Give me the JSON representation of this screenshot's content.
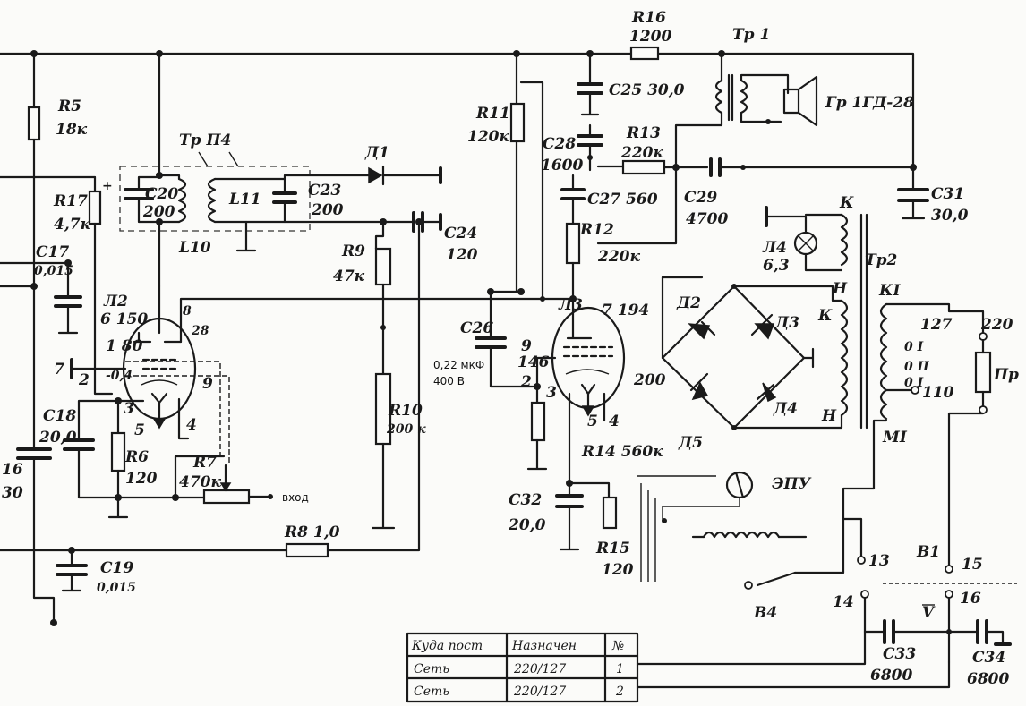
{
  "labels": {
    "r16": "R16",
    "r16_val": "1200",
    "tr1": "Тр 1",
    "r5": "R5",
    "r5_val": "18к",
    "r11": "R11",
    "r11_val": "120к",
    "c25": "C25 30,0",
    "gr": "Гр 1ГД-28",
    "trp4": "Тр П4",
    "d1": "Д1",
    "c28": "C28",
    "c28_val": "1600",
    "r13": "R13",
    "r13_val": "220к",
    "r17": "R17",
    "r17_val": "4,7к",
    "c20": "C20",
    "c20_val": "200",
    "l11": "L11",
    "c23": "C23",
    "c23_val": "200",
    "c27": "C27 560",
    "c29": "C29",
    "c29_val": "4700",
    "c31": "C31",
    "c31_val": "30,0",
    "l10": "L10",
    "c24": "C24",
    "c24_val": "120",
    "r12": "R12",
    "r12_val": "220к",
    "l4": "Л4",
    "l4_val": "6,3",
    "k_top": "К",
    "tr2": "Тр2",
    "c17": "C17",
    "c17_val": "0,015",
    "r9": "R9",
    "r9_val": "47к",
    "l2": "Л2",
    "l2_type": "6 150",
    "pin8": "8",
    "pin28": "28",
    "l3": "Л3",
    "l3_type": "7 194",
    "d2": "Д2",
    "d3": "Д3",
    "h1": "Н",
    "k_mid": "К",
    "ki": "КI",
    "n127": "127",
    "n220": "220",
    "pin180": "1 80",
    "c26": "C26",
    "c26_note_1": "0,22 мкФ",
    "c26_note_2": "400 В",
    "pin9_146": "9\n146",
    "pin9": "9",
    "pin146": "146",
    "pin7": "7",
    "pin2": "2",
    "pin04": "-0,4",
    "pin9b": "9",
    "pin3a": "3",
    "pin5a": "5",
    "pin4a": "4",
    "pin2b": "2",
    "pin3b": "3",
    "pin5b": "5",
    "pin4b": "4",
    "n200": "200",
    "d4": "Д4",
    "d5": "Д5",
    "h2": "Н",
    "s0i": "0 I",
    "s0ii": "0 II",
    "s0i2": "0 I",
    "n110": "110",
    "mi": "МI",
    "pr": "Пр",
    "c18": "C18",
    "c18_val": "20,0",
    "r6": "R6",
    "r6_val": "120",
    "r7": "R7",
    "r7_val": "470к",
    "vhod": "вход",
    "r10": "R10",
    "r10_val": "200 к",
    "r14": "R14 560к",
    "c16": "16",
    "c16_val": "30",
    "epu": "ЭПУ",
    "c32": "C32",
    "c32_val": "20,0",
    "r15": "R15",
    "r15_val": "120",
    "r8": "R8  1,0",
    "c19": "C19",
    "c19_val": "0,015",
    "n13": "13",
    "b1": "В1",
    "n15": "15",
    "b4": "В4",
    "n14": "14",
    "n16": "16",
    "c33": "C33",
    "c33_val": "6800",
    "c34": "C34",
    "c34_val": "6800",
    "v_sym": "V"
  },
  "table": {
    "headers": [
      "Куда пост",
      "Назначен",
      "№"
    ],
    "rows": [
      [
        "Сеть",
        "220/127",
        "1"
      ],
      [
        "Сеть",
        "220/127",
        "2"
      ]
    ]
  }
}
